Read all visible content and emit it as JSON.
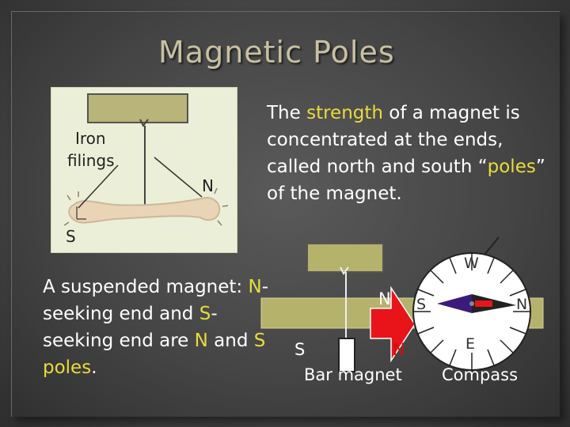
{
  "title": "Magnetic Poles",
  "photo": {
    "label_iron_filings_1": "Iron",
    "label_iron_filings_2": "filings",
    "label_n": "N",
    "label_s": "S"
  },
  "right_text": {
    "p1": "The ",
    "strength": "strength",
    "p2": " of a magnet is concentrated at the ends, called north and south ",
    "poles_open": "“",
    "poles": "poles",
    "p3": "” of the magnet."
  },
  "left_text": {
    "p1": "A suspended magnet: ",
    "n": "N",
    "p2": "-seeking end and  ",
    "s": "S",
    "p3": "-seeking end are ",
    "n2": "N",
    "p4": " and ",
    "s_poles": "S poles",
    "p5": "."
  },
  "diagram": {
    "bar_n_top": "N",
    "bar_s": "S",
    "bar_n_bottom": "N",
    "bar_caption": "Bar magnet",
    "compass_w": "W",
    "compass_s": "S",
    "compass_n": "N",
    "compass_e": "E",
    "compass_caption": "Compass"
  },
  "colors": {
    "highlight": "#e8dc3c",
    "magnet_red": "#e8141a",
    "stand": "#b5b26c"
  }
}
